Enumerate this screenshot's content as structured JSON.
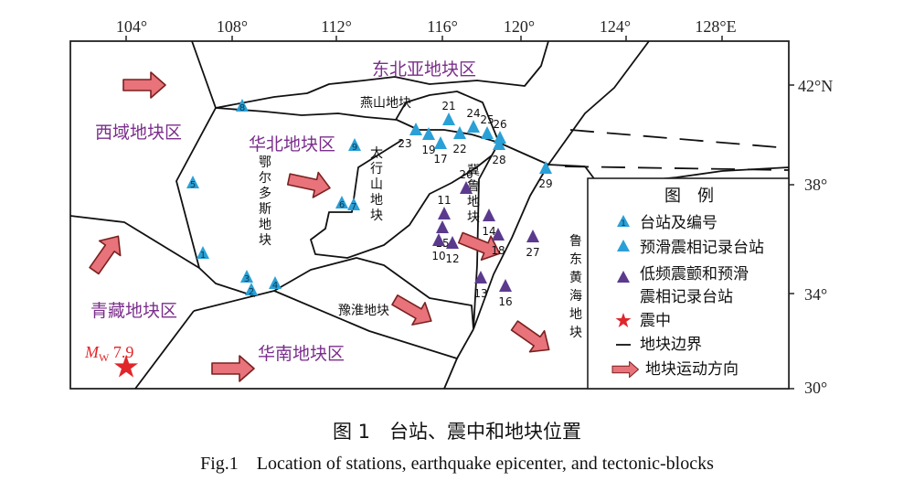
{
  "axes": {
    "lon_ticks": [
      "104°",
      "108°",
      "112°",
      "116°",
      "120°",
      "124°",
      "128°E"
    ],
    "lat_ticks": [
      "42°N",
      "38°",
      "34°",
      "30°"
    ]
  },
  "regions": {
    "dongbeiya": "东北亚地块区",
    "xiyu": "西域地块区",
    "huabei": "华北地块区",
    "qingzang": "青藏地块区",
    "huanan": "华南地块区",
    "yanshan": "燕山地块",
    "yuhuai": "豫淮地块"
  },
  "vertical_labels": {
    "ordos": "鄂尔多斯地块",
    "taihang": "太行山地块",
    "jilu": "冀鲁地块",
    "ludong": "鲁东黄海地块"
  },
  "stations": [
    {
      "id": "8",
      "type": "station"
    },
    {
      "id": "5",
      "type": "station"
    },
    {
      "id": "1",
      "type": "station"
    },
    {
      "id": "3",
      "type": "station"
    },
    {
      "id": "2",
      "type": "station"
    },
    {
      "id": "4",
      "type": "station"
    },
    {
      "id": "6",
      "type": "station"
    },
    {
      "id": "7",
      "type": "station"
    },
    {
      "id": "9",
      "type": "station"
    },
    {
      "id": "23",
      "type": "slip"
    },
    {
      "id": "19",
      "type": "slip"
    },
    {
      "id": "17",
      "type": "slip"
    },
    {
      "id": "21",
      "type": "slip"
    },
    {
      "id": "22",
      "type": "slip"
    },
    {
      "id": "24",
      "type": "slip"
    },
    {
      "id": "25",
      "type": "slip"
    },
    {
      "id": "26",
      "type": "slip"
    },
    {
      "id": "28",
      "type": "slip"
    },
    {
      "id": "29",
      "type": "slip"
    },
    {
      "id": "20",
      "type": "lowfreq"
    },
    {
      "id": "11",
      "type": "lowfreq"
    },
    {
      "id": "15",
      "type": "lowfreq"
    },
    {
      "id": "14",
      "type": "lowfreq"
    },
    {
      "id": "10",
      "type": "lowfreq"
    },
    {
      "id": "12",
      "type": "lowfreq"
    },
    {
      "id": "18",
      "type": "lowfreq"
    },
    {
      "id": "27",
      "type": "lowfreq"
    },
    {
      "id": "13",
      "type": "lowfreq"
    },
    {
      "id": "16",
      "type": "lowfreq"
    }
  ],
  "epicenter": {
    "magnitude_prefix": "M",
    "magnitude_sub": "W",
    "magnitude_value": " 7.9"
  },
  "legend": {
    "title": "图　例",
    "items": [
      {
        "icon": "numbered-station-icon",
        "label": "台站及编号",
        "sample_number": "1"
      },
      {
        "icon": "slip-station-icon",
        "label": "预滑震相记录台站"
      },
      {
        "icon": "low-frequency-station-icon",
        "label_line1": "低频震颤和预滑",
        "label_line2": "震相记录台站"
      },
      {
        "icon": "star-icon",
        "label": "震中"
      },
      {
        "icon": "dash-icon",
        "label": "地块边界"
      },
      {
        "icon": "arrow-icon",
        "label": "地块运动方向"
      }
    ]
  },
  "caption": {
    "cn": "图 1　台站、震中和地块位置",
    "en": "Fig.1　Location of stations, earthquake epicenter, and tectonic-blocks"
  },
  "colors": {
    "station_blue": "#2aa0d6",
    "low_freq_purple": "#5b3a8e",
    "region_purple": "#7b2e8c",
    "arrow_fill": "#e8737a",
    "arrow_stroke": "#7a2020",
    "epicenter_red": "#e0262a"
  }
}
